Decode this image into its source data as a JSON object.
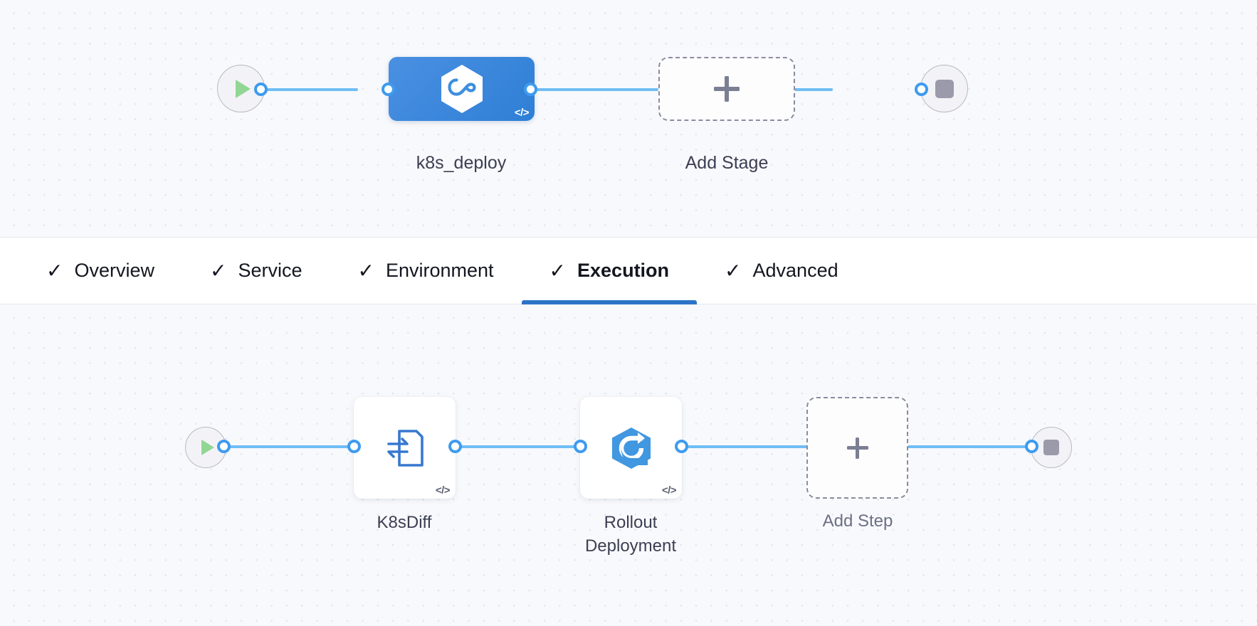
{
  "theme": {
    "canvas_bg": "#f8f9fc",
    "grid_dot": "#e2e5ee",
    "edge_color": "#6fbdf5",
    "connector_ring": "#3e9bef",
    "stage_blue_start": "#4a90e2",
    "stage_blue_end": "#2e7fd6",
    "accent_underline": "#2c73c7",
    "play_green": "#92d694",
    "stop_gray": "#9a9aaa",
    "dashed_border": "#8b8ba0",
    "tabbar_bg": "#ffffff"
  },
  "stage_pipeline": {
    "name": "stage-pipeline",
    "start_node": {
      "icon": "play-icon",
      "label": ""
    },
    "end_node": {
      "icon": "stop-icon",
      "label": ""
    },
    "nodes": [
      {
        "id": "k8s_deploy",
        "label": "k8s_deploy",
        "type": "stage",
        "icon": "harness-hexagon-icon",
        "badge": "</>",
        "selected": true
      },
      {
        "id": "add_stage",
        "label": "Add Stage",
        "type": "add",
        "icon": "plus-icon",
        "badge": "",
        "selected": false
      }
    ]
  },
  "tabs": {
    "name": "stage-config-tabs",
    "items": [
      {
        "id": "overview",
        "label": "Overview",
        "check": "✓",
        "active": false
      },
      {
        "id": "service",
        "label": "Service",
        "check": "✓",
        "active": false
      },
      {
        "id": "environment",
        "label": "Environment",
        "check": "✓",
        "active": false
      },
      {
        "id": "execution",
        "label": "Execution",
        "check": "✓",
        "active": true
      },
      {
        "id": "advanced",
        "label": "Advanced",
        "check": "✓",
        "active": false
      }
    ]
  },
  "execution_pipeline": {
    "name": "execution-pipeline",
    "start_node": {
      "icon": "play-icon",
      "label": ""
    },
    "end_node": {
      "icon": "stop-icon",
      "label": ""
    },
    "nodes": [
      {
        "id": "k8sdiff",
        "label": "K8sDiff",
        "type": "step",
        "icon": "k8s-diff-icon",
        "badge": "</>"
      },
      {
        "id": "rollout_deployment",
        "label": "Rollout\nDeployment",
        "type": "step",
        "icon": "rollout-deployment-icon",
        "badge": "</>"
      },
      {
        "id": "add_step",
        "label": "Add Step",
        "type": "add",
        "icon": "plus-icon",
        "badge": ""
      }
    ]
  }
}
